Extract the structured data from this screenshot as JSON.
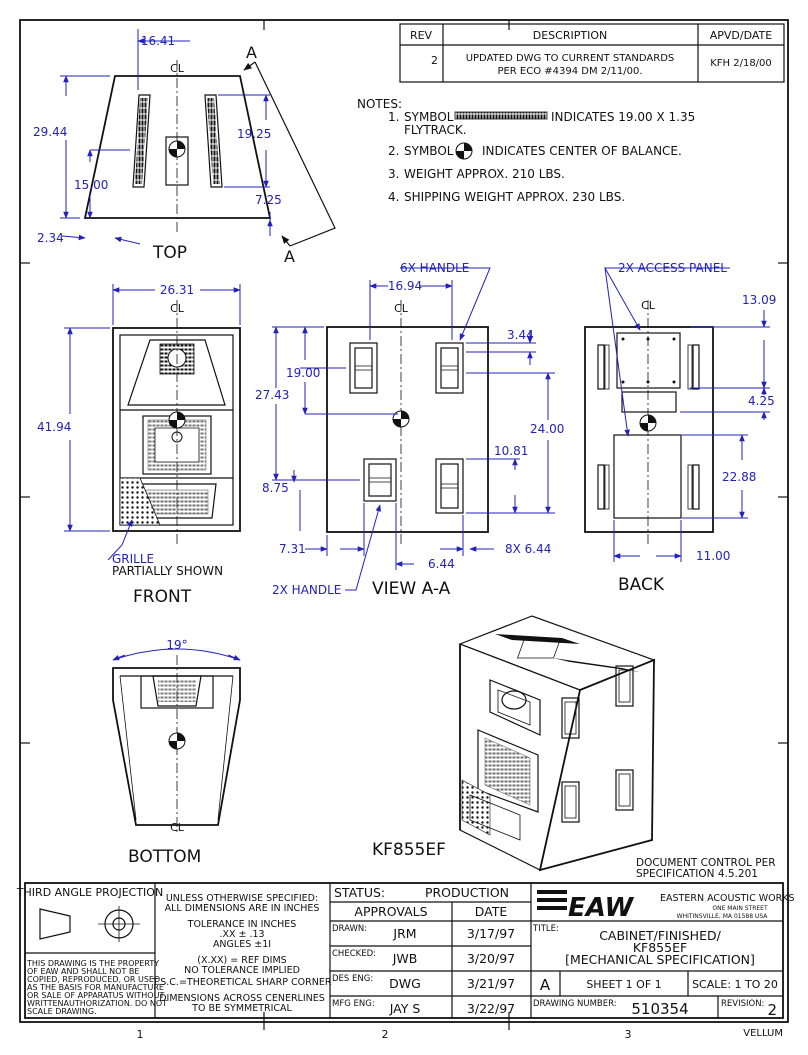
{
  "revision_block": {
    "headers": {
      "rev": "REV",
      "description": "DESCRIPTION",
      "apvd": "APVD/DATE"
    },
    "rows": [
      {
        "rev": "2",
        "description_line1": "UPDATED DWG TO CURRENT STANDARDS",
        "description_line2": "PER ECO #4394 DM 2/11/00.",
        "apvd": "KFH 2/18/00"
      }
    ]
  },
  "notes": {
    "title": "NOTES:",
    "items": [
      {
        "num": "1.",
        "pre": "SYMBOL",
        "post": "INDICATES 19.00 X 1.35",
        "line2": "FLYTRACK."
      },
      {
        "num": "2.",
        "pre": "SYMBOL",
        "post": "INDICATES CENTER OF BALANCE."
      },
      {
        "num": "3.",
        "text": "WEIGHT APPROX. 210 LBS."
      },
      {
        "num": "4.",
        "text": "SHIPPING WEIGHT APPROX. 230 LBS."
      }
    ]
  },
  "centerline": "CL",
  "views": {
    "top": {
      "label": "TOP",
      "section_marks": [
        "A",
        "A"
      ],
      "dims": {
        "width": "16.41",
        "depth": "29.44",
        "depth_half": "15.00",
        "track": "19.25",
        "offset": "7.25",
        "edge": "2.34"
      }
    },
    "front": {
      "label": "FRONT",
      "dims": {
        "width": "26.31",
        "height": "41.94"
      },
      "callout_line1": "GRILLE",
      "callout_line2": "PARTIALLY SHOWN"
    },
    "view_aa": {
      "label": "VIEW A-A",
      "callout_top": "6X HANDLE",
      "callout_bottom": "2X HANDLE",
      "dims": {
        "h_width": "16.94",
        "d1": "19.00",
        "d2": "27.43",
        "d3": "8.75",
        "d4": "3.44",
        "d5": "24.00",
        "d6": "10.81",
        "d7": "7.31",
        "d8": "6.44",
        "d9": "8X 6.44"
      }
    },
    "back": {
      "label": "BACK",
      "callout": "2X ACCESS PANEL",
      "dims": {
        "d1": "13.09",
        "d2": "4.25",
        "d3": "22.88",
        "d4": "11.00"
      }
    },
    "bottom": {
      "label": "BOTTOM",
      "angle": "19°"
    },
    "iso": {
      "label": "KF855EF"
    }
  },
  "doc_control": {
    "line1": "DOCUMENT CONTROL PER",
    "line2": "SPECIFICATION 4.5.201"
  },
  "zone_numbers": [
    "1",
    "2",
    "3"
  ],
  "title_block": {
    "projection": "THIRD ANGLE PROJECTION",
    "spec_line1": "UNLESS OTHERWISE SPECIFIED:",
    "spec_line2": "ALL DIMENSIONS ARE IN INCHES",
    "tol_line1": "TOLERANCE IN INCHES",
    "tol_line2": ".XX ± .13",
    "tol_line3": "ANGLES ±1I",
    "ref_line1": "(X.XX) = REF DIMS",
    "ref_line2": "NO TOLERANCE IMPLIED",
    "tsc": "T.S.C.=THEORETICAL SHARP CORNER",
    "sym_line1": "DIMENSIONS ACROSS CENERLINES",
    "sym_line2": "TO BE SYMMETRICAL",
    "property_lines": [
      "THIS DRAWING IS THE PROPERTY",
      "OF EAW AND SHALL NOT BE",
      "COPIED, REPRODUCED, OR USED",
      "AS THE BASIS FOR MANUFACTURE",
      "OR SALE OF APPARATUS WITHOUT",
      "WRITTENAUTHORIZATION. DO NOT",
      "SCALE DRAWING."
    ],
    "status_label": "STATUS:",
    "status_value": "PRODUCTION",
    "approvals": "APPROVALS",
    "date": "DATE",
    "rows": [
      {
        "role": "DRAWN:",
        "name": "JRM",
        "date": "3/17/97"
      },
      {
        "role": "CHECKED:",
        "name": "JWB",
        "date": "3/20/97"
      },
      {
        "role": "DES ENG:",
        "name": "DWG",
        "date": "3/21/97"
      },
      {
        "role": "MFG ENG:",
        "name": "JAY S",
        "date": "3/22/97"
      }
    ],
    "company_logo": "EAW",
    "company_name": "EASTERN ACOUSTIC WORKS",
    "company_addr1": "ONE MAIN STREET",
    "company_addr2": "WHITINSVILLE, MA   01588   USA",
    "title_label": "TITLE:",
    "title_line1": "CABINET/FINISHED/",
    "title_line2": "KF855EF",
    "title_line3": "[MECHANICAL SPECIFICATION]",
    "size": "A",
    "sheet": "SHEET 1 OF 1",
    "scale": "SCALE: 1 TO 20",
    "drawing_number_label": "DRAWING NUMBER:",
    "drawing_number": "510354",
    "revision_label": "REVISION:",
    "revision": "2",
    "vellum": "VELLUM"
  }
}
